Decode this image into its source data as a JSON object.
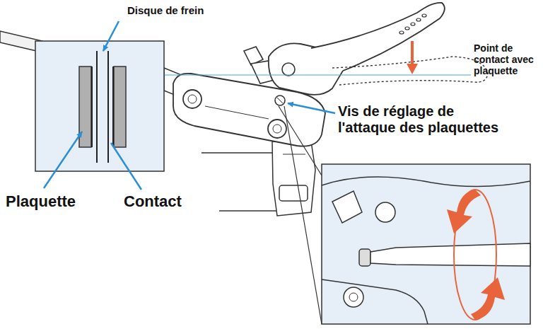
{
  "diagram": {
    "labels": [
      "Disque de frein",
      "Point de contact avec plaquette",
      "Vis de réglage de l'attaque des plaquettes",
      "Plaquette",
      "Contact"
    ]
  }
}
